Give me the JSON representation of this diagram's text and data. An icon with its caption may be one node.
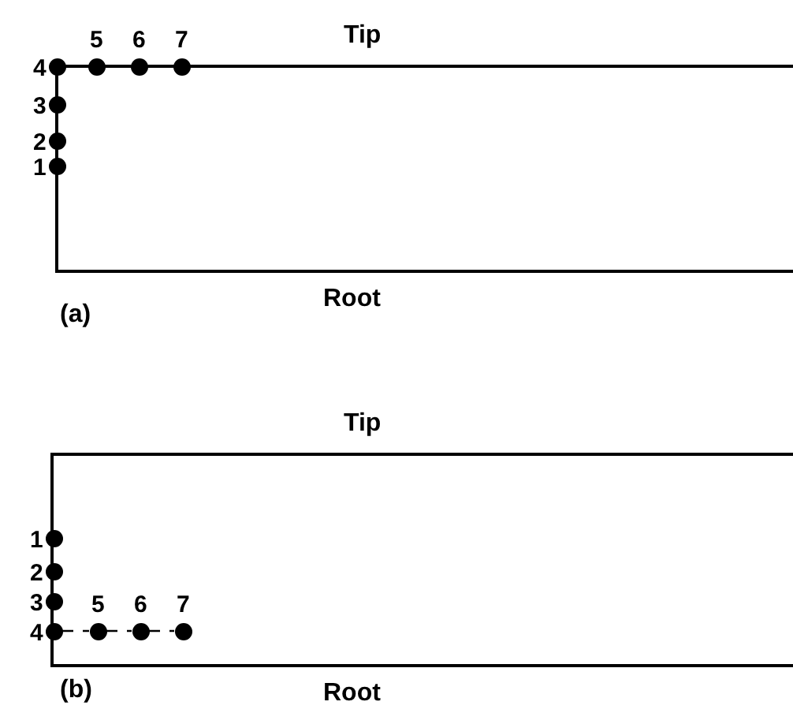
{
  "diagram": {
    "nodes": [
      {
        "text": [
          "Tip",
          "Root"
        ]
      },
      {
        "text": [],
        "shape": "circle",
        "beside": [
          "1"
        ]
      },
      {
        "text": [],
        "shape": "circle",
        "beside": [
          "2"
        ]
      },
      {
        "text": [],
        "shape": "circle",
        "beside": [
          "3"
        ]
      },
      {
        "text": [],
        "shape": "circle",
        "beside": [
          "4"
        ]
      },
      {
        "text": [],
        "shape": "circle",
        "beside": [
          "5"
        ]
      },
      {
        "text": [],
        "shape": "circle",
        "beside": [
          "6"
        ]
      },
      {
        "text": [],
        "shape": "circle",
        "beside": [
          "7"
        ]
      },
      {
        "text": [
          "Tip",
          "Root"
        ]
      },
      {
        "text": [],
        "shape": "circle",
        "beside": [
          "1"
        ]
      },
      {
        "text": [],
        "shape": "circle",
        "beside": [
          "2"
        ]
      },
      {
        "text": [],
        "shape": "circle",
        "beside": [
          "3"
        ]
      },
      {
        "text": [],
        "shape": "circle",
        "beside": [
          "4"
        ]
      },
      {
        "text": [],
        "shape": "circle",
        "beside": [
          "5"
        ],
        "in": 8
      },
      {
        "text": [],
        "shape": "circle",
        "beside": [
          "6"
        ],
        "in": 8
      },
      {
        "text": [],
        "shape": "circle",
        "beside": [
          "7"
        ],
        "in": 8
      }
    ],
    "edges": [
      {
        "from": 12,
        "to": 13,
        "arrow": "none",
        "style": "dashed"
      },
      {
        "from": 13,
        "to": 14,
        "arrow": "none",
        "style": "dashed"
      },
      {
        "from": 14,
        "to": 15,
        "arrow": "none",
        "style": "dashed"
      }
    ],
    "labels": [
      "(a)",
      "(b)"
    ]
  }
}
